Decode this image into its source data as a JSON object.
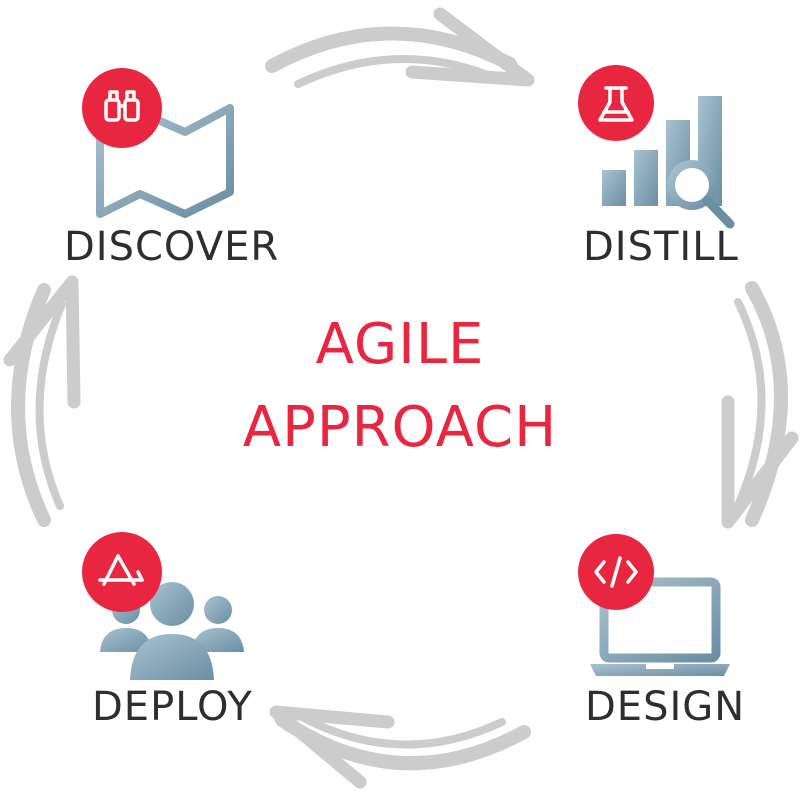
{
  "title": {
    "line1": "AGILE",
    "line2": "APPROACH"
  },
  "stages": [
    {
      "label": "DISCOVER",
      "icon": "binoculars-icon",
      "illustration": "map-icon"
    },
    {
      "label": "DISTILL",
      "icon": "flask-icon",
      "illustration": "bar-chart-magnifier-icon"
    },
    {
      "label": "DESIGN",
      "icon": "code-icon",
      "illustration": "laptop-icon"
    },
    {
      "label": "DEPLOY",
      "icon": "app-store-icon",
      "illustration": "team-icon"
    }
  ],
  "colors": {
    "accent": "#e8263f",
    "arrow": "#cccccc",
    "text": "#2e2e2e",
    "illustration_dark": "#6b8ea3",
    "illustration_light": "#a9c2d1"
  }
}
